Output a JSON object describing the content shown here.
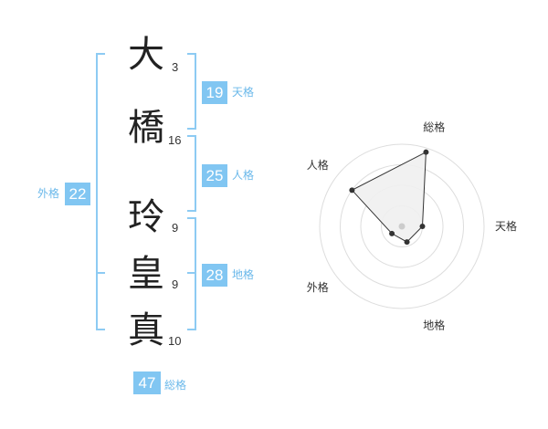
{
  "name": {
    "characters": [
      {
        "char": "大",
        "strokes": "3"
      },
      {
        "char": "橋",
        "strokes": "16"
      },
      {
        "char": "玲",
        "strokes": "9"
      },
      {
        "char": "皇",
        "strokes": "9"
      },
      {
        "char": "真",
        "strokes": "10"
      }
    ]
  },
  "kakusu": {
    "tenkaku": {
      "value": "19",
      "label": "天格"
    },
    "jinkaku": {
      "value": "25",
      "label": "人格"
    },
    "chikaku": {
      "value": "28",
      "label": "地格"
    },
    "gaikaku": {
      "value": "22",
      "label": "外格"
    },
    "soukaku": {
      "value": "47",
      "label": "総格"
    }
  },
  "colors": {
    "accent": "#81c6f2",
    "bracket": "#8dcbf3",
    "ring": "#dddddd",
    "fill": "#efefef",
    "point": "#333333",
    "center": "#cccccc"
  },
  "chart_data": {
    "type": "radar",
    "axes": [
      "総格",
      "天格",
      "地格",
      "外格",
      "人格"
    ],
    "values": [
      0.95,
      0.25,
      0.2,
      0.15,
      0.75
    ],
    "range": [
      0,
      1
    ],
    "rings": 4,
    "grid": true
  }
}
